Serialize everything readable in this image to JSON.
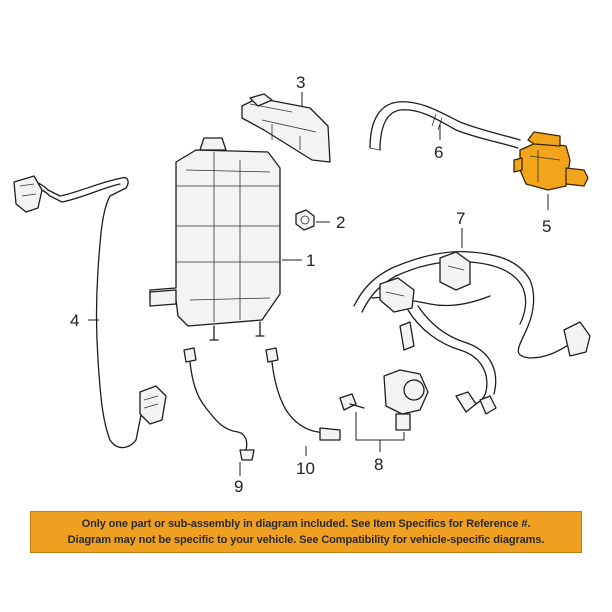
{
  "diagram": {
    "callouts": {
      "c1": "1",
      "c2": "2",
      "c3": "3",
      "c4": "4",
      "c5": "5",
      "c6": "6",
      "c7": "7",
      "c8": "8",
      "c9": "9",
      "c10": "10"
    },
    "highlight_color": "#f2a51a"
  },
  "notice": {
    "line1": "Only one part or sub-assembly in diagram included. See Item Specifics for Reference #.",
    "line2": "Diagram may not be specific to your vehicle. See Compatibility for vehicle-specific diagrams.",
    "background_color": "#f0a020"
  }
}
